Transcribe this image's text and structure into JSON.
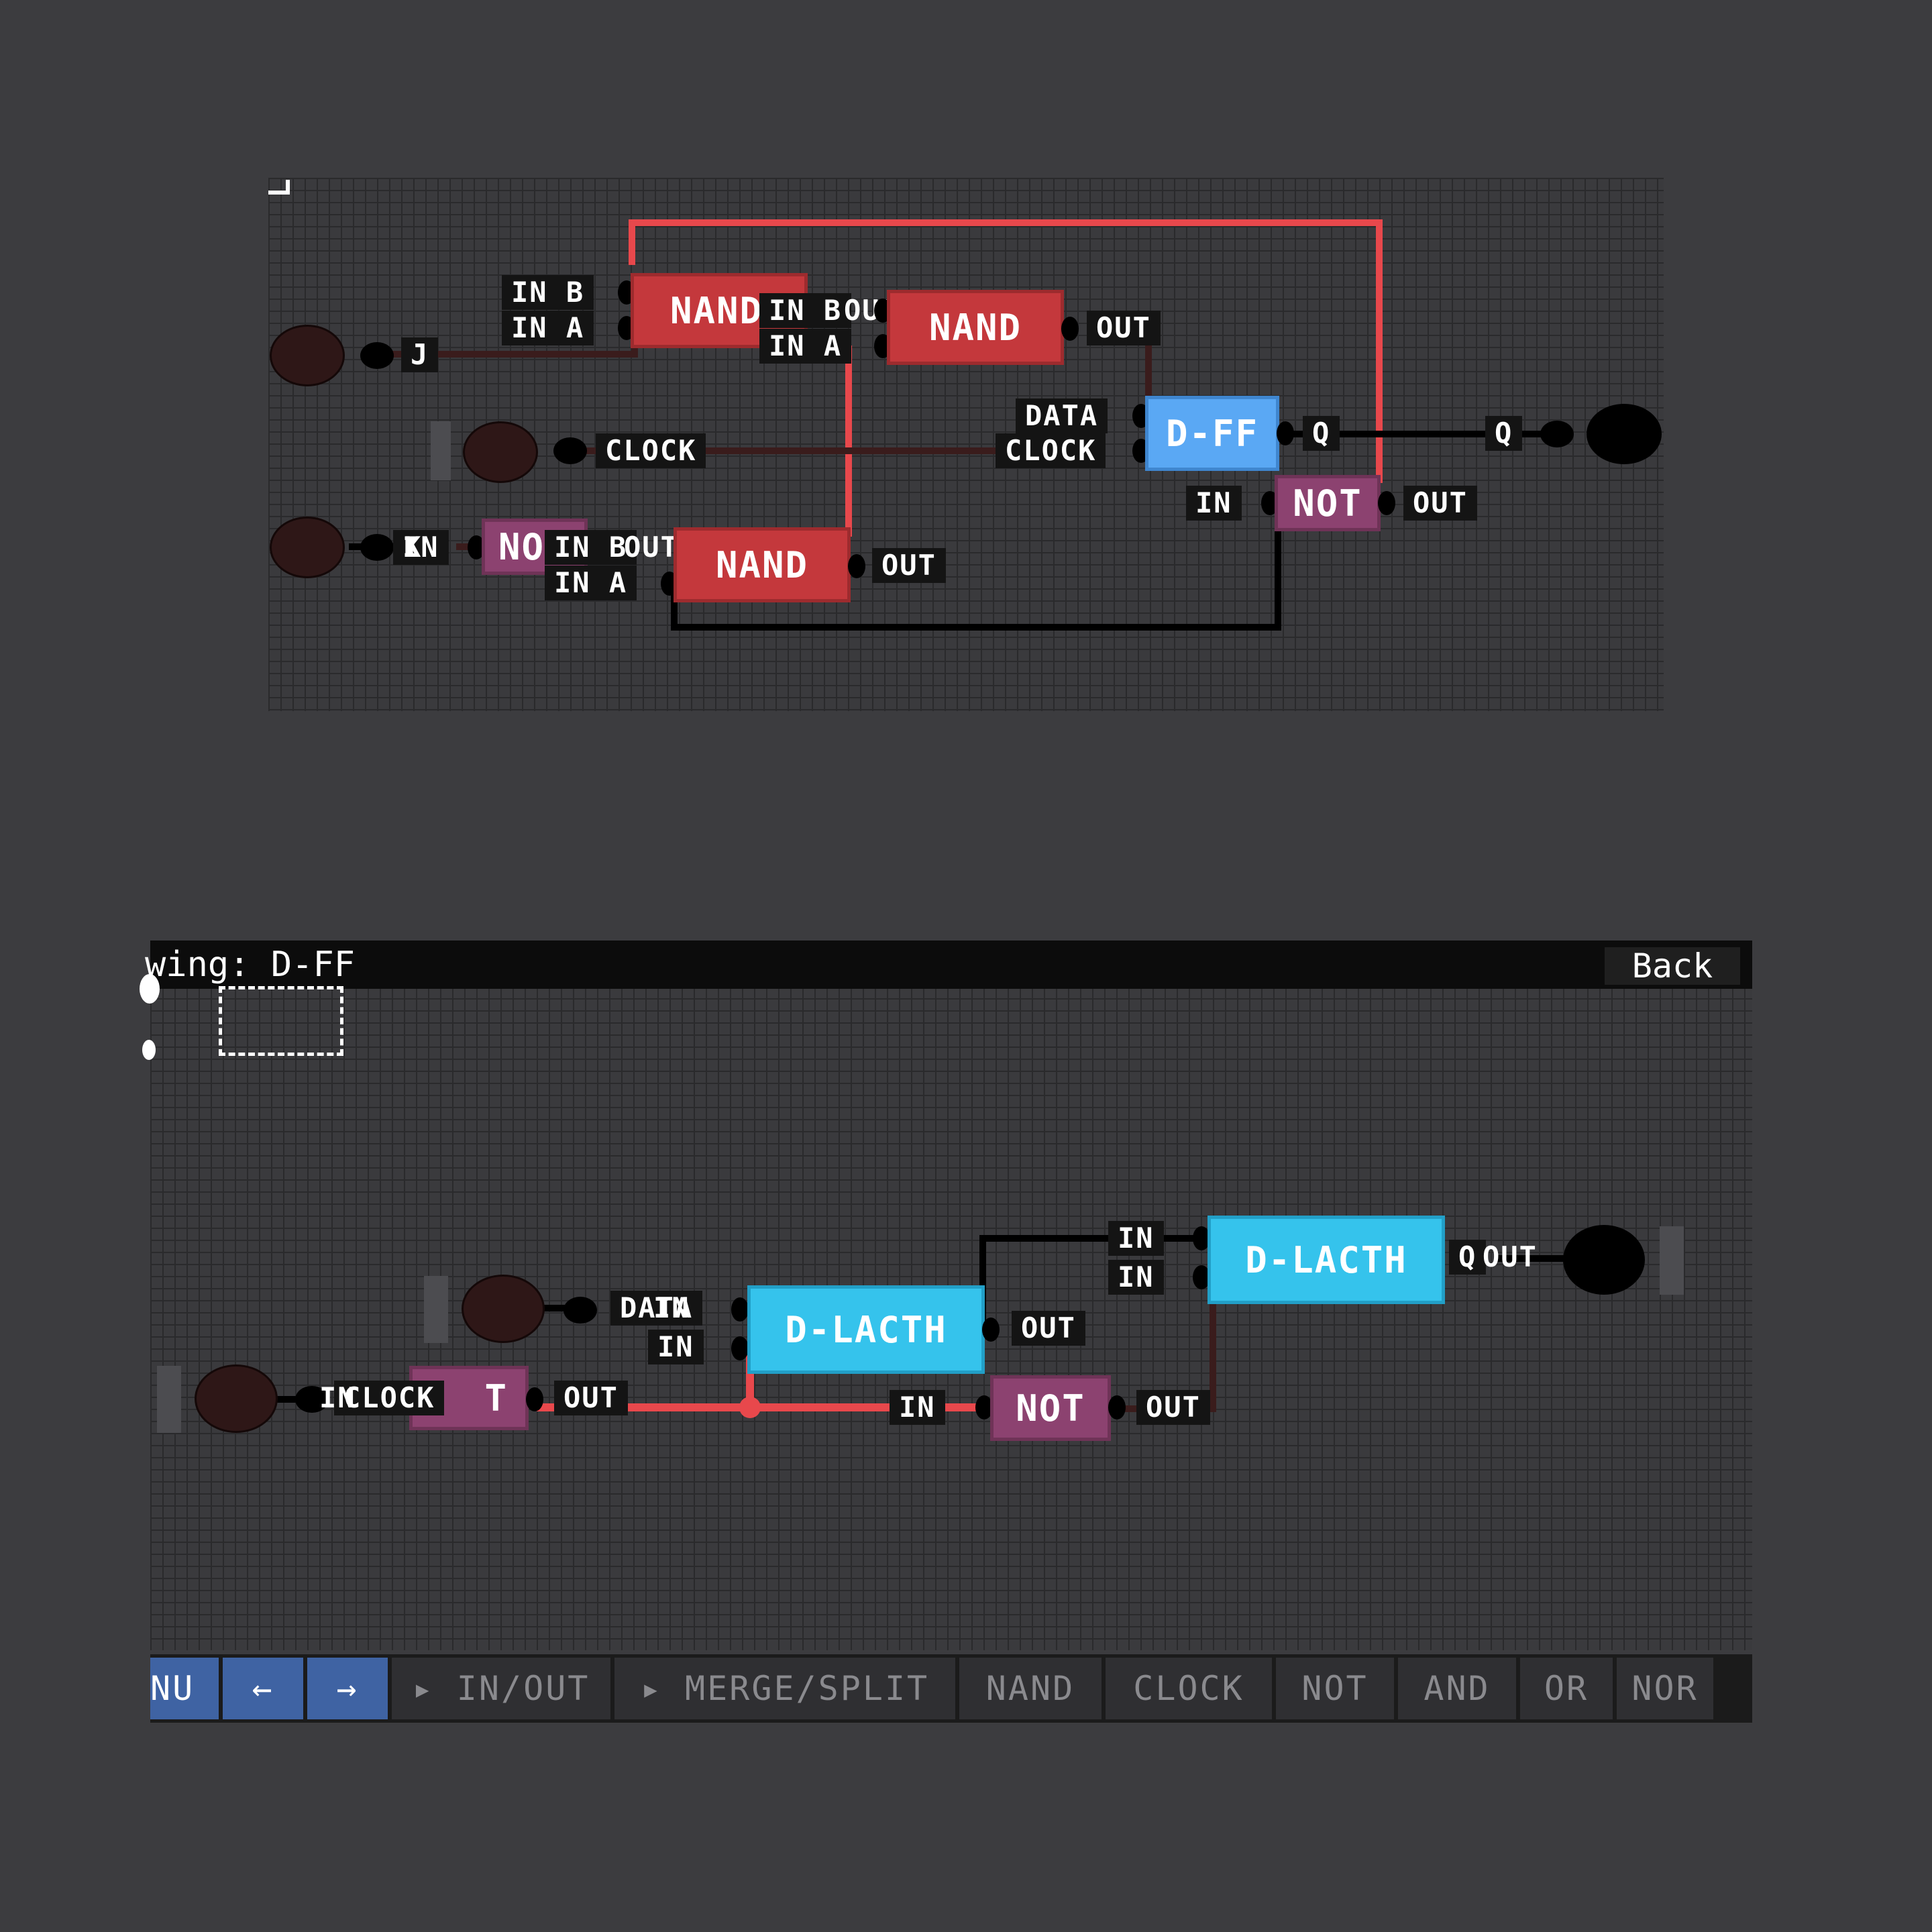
{
  "top": {
    "inputs": {
      "j": "J",
      "clock": "CLOCK",
      "in_k": "IN",
      "k_overlay": "K"
    },
    "gate_labels": {
      "nand": "NAND",
      "not": "NOT",
      "dff": "D-FF"
    },
    "pin_labels": {
      "in_a": "IN A",
      "in_b": "IN B",
      "out": "OUT",
      "in": "IN",
      "data": "DATA",
      "clock": "CLOCK",
      "q": "Q"
    },
    "partial": {
      "nand1_clipped": "NAND",
      "not_clipped": "NO",
      "nand2_out_overlap": "OUT"
    },
    "outputs": {
      "q": "Q"
    }
  },
  "bottom": {
    "title": "wing: D-FF",
    "back": "Back",
    "gate_labels": {
      "dlatch": "D-LACTH",
      "not": "NOT",
      "not_clipped": "T"
    },
    "pin_labels": {
      "in": "IN",
      "out": "OUT",
      "data": "DATA",
      "clock": "CLOCK",
      "q": "Q",
      "qout": "QOUT"
    },
    "toolbar": [
      {
        "label": "NU",
        "style": "blue"
      },
      {
        "label": "←",
        "style": "blue"
      },
      {
        "label": "→",
        "style": "blue"
      },
      {
        "label": "▸ IN/OUT",
        "style": "gray"
      },
      {
        "label": "▸ MERGE/SPLIT",
        "style": "gray"
      },
      {
        "label": "NAND",
        "style": "gray"
      },
      {
        "label": "CLOCK",
        "style": "gray"
      },
      {
        "label": "NOT",
        "style": "gray"
      },
      {
        "label": "AND",
        "style": "gray"
      },
      {
        "label": "OR",
        "style": "gray"
      },
      {
        "label": "NOR",
        "style": "gray"
      }
    ]
  },
  "colors": {
    "background": "#3c3c3f",
    "wire_on": "#e8484c",
    "wire_off": "#3a1c1c",
    "wire_black": "#000000",
    "nand": "#c4383c",
    "not": "#8c4270",
    "dff": "#5aa8f4",
    "dlatch": "#35c3ec",
    "toolbar_blue": "#3f63a3"
  }
}
